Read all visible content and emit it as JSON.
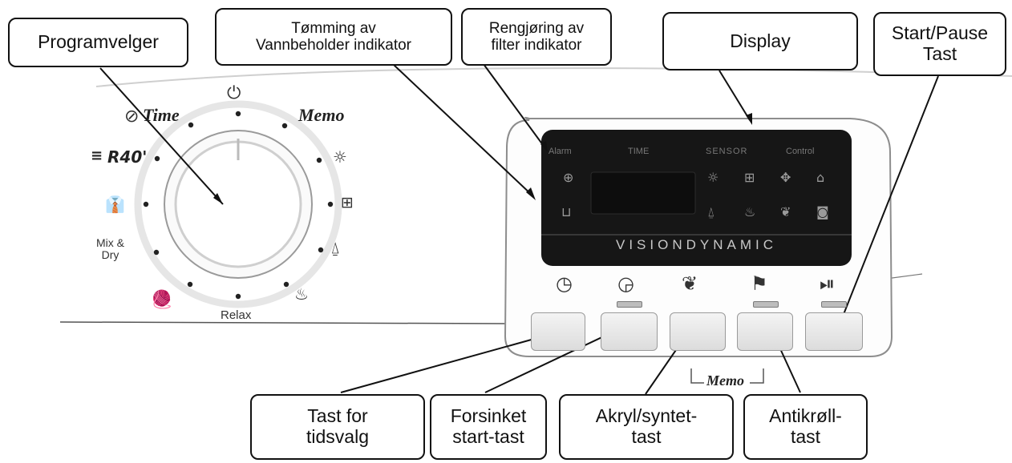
{
  "callouts": {
    "programvelger": "Programvelger",
    "tomming_line1": "Tømming av",
    "tomming_line2": "Vannbeholder  indikator",
    "rengjoring_line1": "Rengjøring av",
    "rengjoring_line2": "filter indikator",
    "display": "Display",
    "start_pause_line1": "Start/Pause",
    "start_pause_line2": "Tast",
    "tidsvalg_line1": "Tast for",
    "tidsvalg_line2": "tidsvalg",
    "forsinket_line1": "Forsinket",
    "forsinket_line2": "start-tast",
    "akryl_line1": "Akryl/syntet-",
    "akryl_line2": "tast",
    "antikroll_line1": "Antikrøll-",
    "antikroll_line2": "tast"
  },
  "dial": {
    "time_label": "Time",
    "memo_label": "Memo",
    "r40_label": "R40'",
    "mix_dry_line1": "Mix &",
    "mix_dry_line2": "Dry",
    "relax_label": "Relax"
  },
  "display_panel": {
    "alarm": "Alarm",
    "time": "TIME",
    "sensor": "SENSOR",
    "control": "Control",
    "brand": "VISIONDYNAMIC"
  },
  "memo_bracket_label": "Memo",
  "icons": {
    "dial_top": "power-icon",
    "dial_time": "timer-icon",
    "dial_r40": "quick-dry-icon",
    "dial_shirt": "shirt-icon",
    "dial_wool": "wool-icon",
    "dial_iron": "iron-icon",
    "dial_hanger": "hanger-icon",
    "dial_cupboard": "cupboard-dry-icon",
    "dial_sun": "extra-dry-icon",
    "btn_time": "clock-icon",
    "btn_delay": "delay-start-icon",
    "btn_delicate": "feather-icon",
    "btn_anticrease": "anticrease-icon",
    "btn_startpause": "play-pause-icon"
  }
}
